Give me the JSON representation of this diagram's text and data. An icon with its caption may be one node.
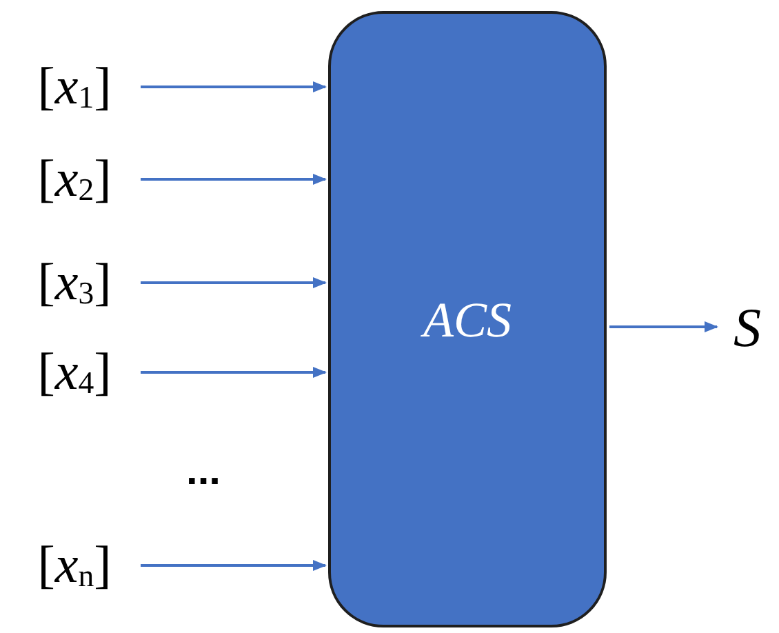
{
  "diagram": {
    "nodes": [
      {
        "text": [
          "[*x*$_{1}$]"
        ]
      },
      {
        "text": [
          "[*x*$_{2}$]"
        ]
      },
      {
        "text": [
          "[*x*$_{3}$]"
        ]
      },
      {
        "text": [
          "[*x*$_{4}$]"
        ]
      },
      {
        "text": [
          "[*x*$_{n}$]"
        ]
      },
      {
        "text": [
          "ACS"
        ]
      },
      {
        "text": [
          "S"
        ]
      }
    ],
    "edges": [
      {
        "from": 0,
        "to": 5,
        "arrow": "to"
      },
      {
        "from": 1,
        "to": 5,
        "arrow": "to"
      },
      {
        "from": 2,
        "to": 5,
        "arrow": "to"
      },
      {
        "from": 3,
        "to": 5,
        "arrow": "to"
      },
      {
        "from": 4,
        "to": 5,
        "arrow": "to"
      },
      {
        "from": 5,
        "to": 6,
        "arrow": "to"
      }
    ],
    "labels": [
      "..."
    ]
  }
}
